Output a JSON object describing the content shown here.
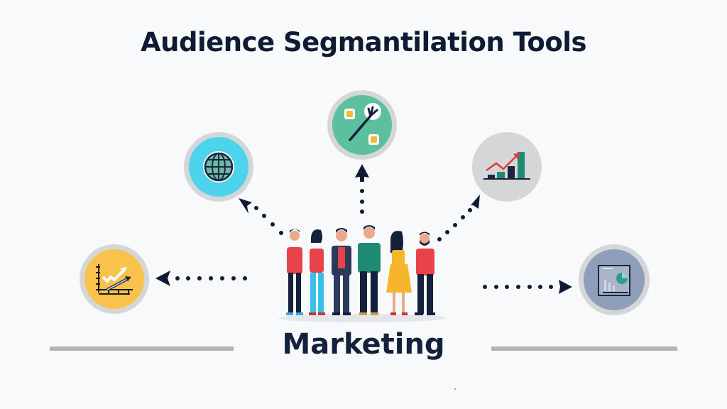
{
  "title": "Audience Segmantilation Tools",
  "hub": {
    "label": "Marketing",
    "people_count": 6
  },
  "nodes": [
    {
      "id": "growth-chart",
      "icon": "growth-chart-icon",
      "inner_color": "#f9c24a",
      "position": "left"
    },
    {
      "id": "globe",
      "icon": "globe-icon",
      "inner_color": "#4dd4ec",
      "position": "upper-left"
    },
    {
      "id": "tools",
      "icon": "wrench-tool-icon",
      "inner_color": "#5cbf9d",
      "position": "top"
    },
    {
      "id": "bar-trend",
      "icon": "bar-chart-trend-icon",
      "inner_color": "#d5d6d8",
      "position": "upper-right"
    },
    {
      "id": "analytics-report",
      "icon": "analytics-report-icon",
      "inner_color": "#8f9fba",
      "position": "right"
    }
  ],
  "colors": {
    "text": "#0f1b33",
    "arrow": "#0f1b33",
    "ring": "#d5d6d8",
    "divider": "#b3b3b3",
    "background": "#f8f9fa"
  }
}
